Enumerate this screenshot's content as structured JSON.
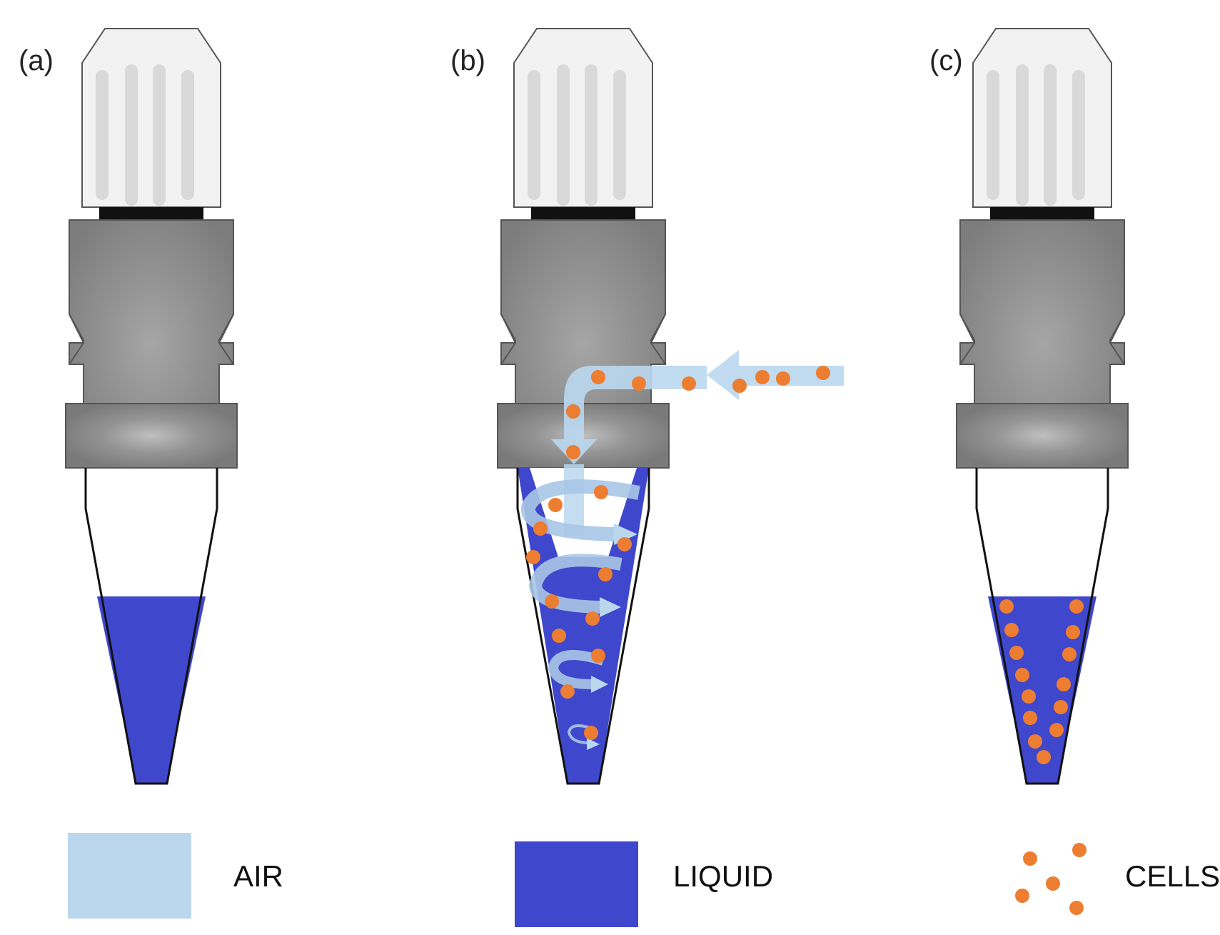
{
  "panels": [
    {
      "label": "(a)"
    },
    {
      "label": "(b)"
    },
    {
      "label": "(c)"
    }
  ],
  "legend": {
    "air": "AIR",
    "liquid": "LIQUID",
    "cells": "CELLS"
  },
  "colors": {
    "air": "#bad7ee",
    "liquid": "#3f47cc",
    "cells": "#ed7d31",
    "cap": "#f2f2f2",
    "cap_ridge": "#d9d9d9",
    "body": "#8f8f8f",
    "seal": "#111111"
  }
}
